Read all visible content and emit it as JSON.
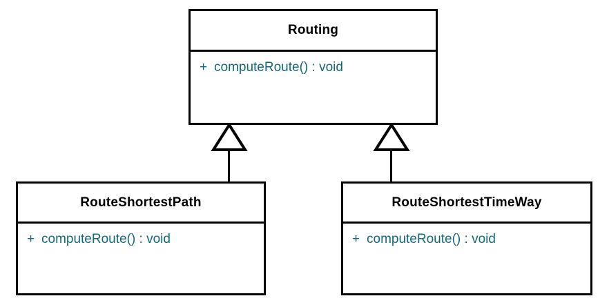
{
  "diagram": {
    "type": "uml-class-diagram",
    "background_color": "#ffffff",
    "line_color": "#000000",
    "class_name_color": "#000000",
    "member_text_color": "#13697c",
    "classes": [
      {
        "id": "routing",
        "name": "Routing",
        "role": "superclass",
        "members": [
          {
            "visibility": "+",
            "signature": "computeRoute() : void"
          }
        ]
      },
      {
        "id": "route-shortest-path",
        "name": "RouteShortestPath",
        "role": "subclass",
        "members": [
          {
            "visibility": "+",
            "signature": "computeRoute() : void"
          }
        ]
      },
      {
        "id": "route-shortest-time-way",
        "name": "RouteShortestTimeWay",
        "role": "subclass",
        "members": [
          {
            "visibility": "+",
            "signature": "computeRoute() : void"
          }
        ]
      }
    ],
    "relationships": [
      {
        "type": "generalization",
        "from": "route-shortest-path",
        "to": "routing",
        "arrowhead": "hollow-triangle"
      },
      {
        "type": "generalization",
        "from": "route-shortest-time-way",
        "to": "routing",
        "arrowhead": "hollow-triangle"
      }
    ]
  }
}
